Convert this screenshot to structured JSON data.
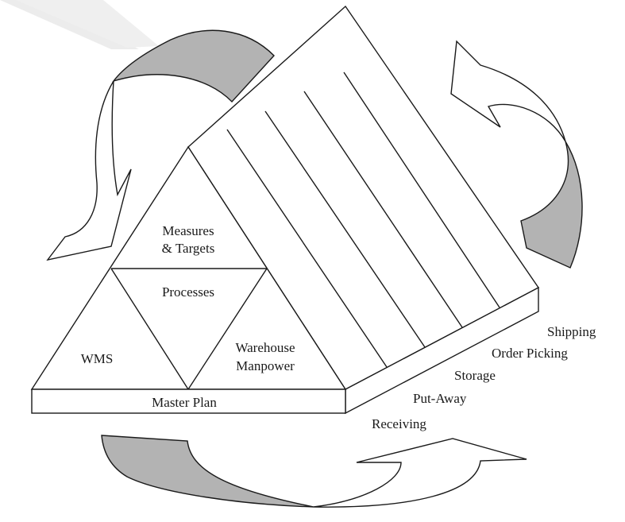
{
  "diagram": {
    "pyramid": {
      "top": [
        "Measures",
        "& Targets"
      ],
      "middle": "Processes",
      "left": "WMS",
      "right": [
        "Warehouse",
        "Manpower"
      ],
      "base": "Master Plan"
    },
    "flow_steps": [
      "Receiving",
      "Put-Away",
      "Storage",
      "Order Picking",
      "Shipping"
    ],
    "colors": {
      "outline": "#1a1a1a",
      "arrow_shade": "#b3b3b3",
      "watermark": "#e6e6e6"
    }
  }
}
